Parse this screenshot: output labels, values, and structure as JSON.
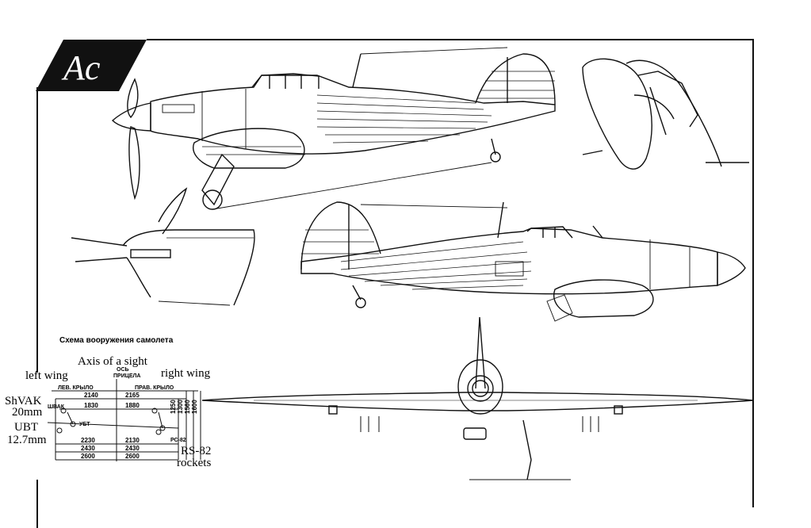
{
  "logo": {
    "text": "Ac"
  },
  "scheme": {
    "title_ru": "Схема вооружения самолета",
    "axis_label": "Axis of a sight",
    "axis_ru_top": "ОСЬ",
    "axis_ru_bottom": "ПРИЦЕЛА",
    "left_wing_label": "left wing",
    "right_wing_label": "right wing",
    "left_wing_ru": "ЛЕВ. КРЫЛО",
    "right_wing_ru": "ПРАВ. КРЫЛО",
    "shvak_label": "ShVAK",
    "shvak_size": "20mm",
    "shvak_ru": "ШВАК",
    "ubt_label": "UBT",
    "ubt_size": "12.7mm",
    "ubt_ru": "УБТ",
    "rs82_ru": "РС-82",
    "rs82_label": "RS-82",
    "rockets_label": "rockets",
    "dims_upper_left": [
      "2140",
      "1830"
    ],
    "dims_upper_right": [
      "2165",
      "1880"
    ],
    "dims_lower_left": [
      "2230",
      "2430",
      "2600"
    ],
    "dims_lower_right": [
      "2130",
      "2430",
      "2600"
    ],
    "dims_vertical": [
      "1250",
      "1300",
      "1560",
      "1600"
    ]
  }
}
